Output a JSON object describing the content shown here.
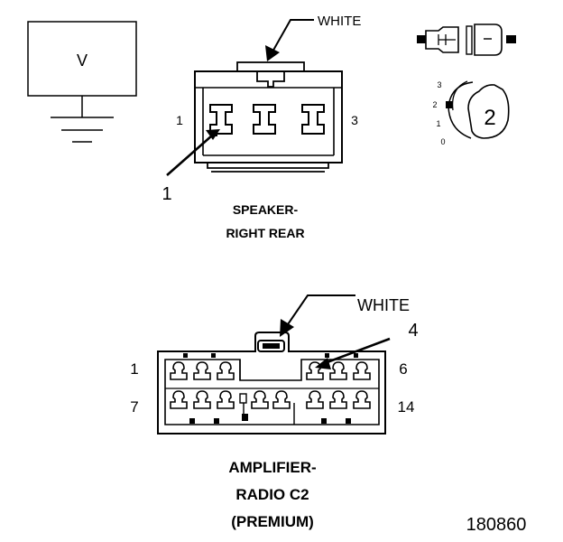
{
  "voltmeter": {
    "label": "V"
  },
  "speaker": {
    "color_label": "WHITE",
    "pin_left": "1",
    "pin_right": "3",
    "callout": "1",
    "caption_line1": "SPEAKER-",
    "caption_line2": "RIGHT REAR"
  },
  "key_diagram": {
    "positions": [
      "3",
      "2",
      "1",
      "0"
    ],
    "callout": "2"
  },
  "amplifier": {
    "color_label": "WHITE",
    "callout": "4",
    "pin_top_left": "1",
    "pin_top_right": "6",
    "pin_bottom_left": "7",
    "pin_bottom_right": "14",
    "caption_line1": "AMPLIFIER-",
    "caption_line2": "RADIO C2",
    "caption_line3": "(PREMIUM)"
  },
  "figure_number": "180860",
  "colors": {
    "ink": "#000000",
    "paper": "#ffffff"
  }
}
